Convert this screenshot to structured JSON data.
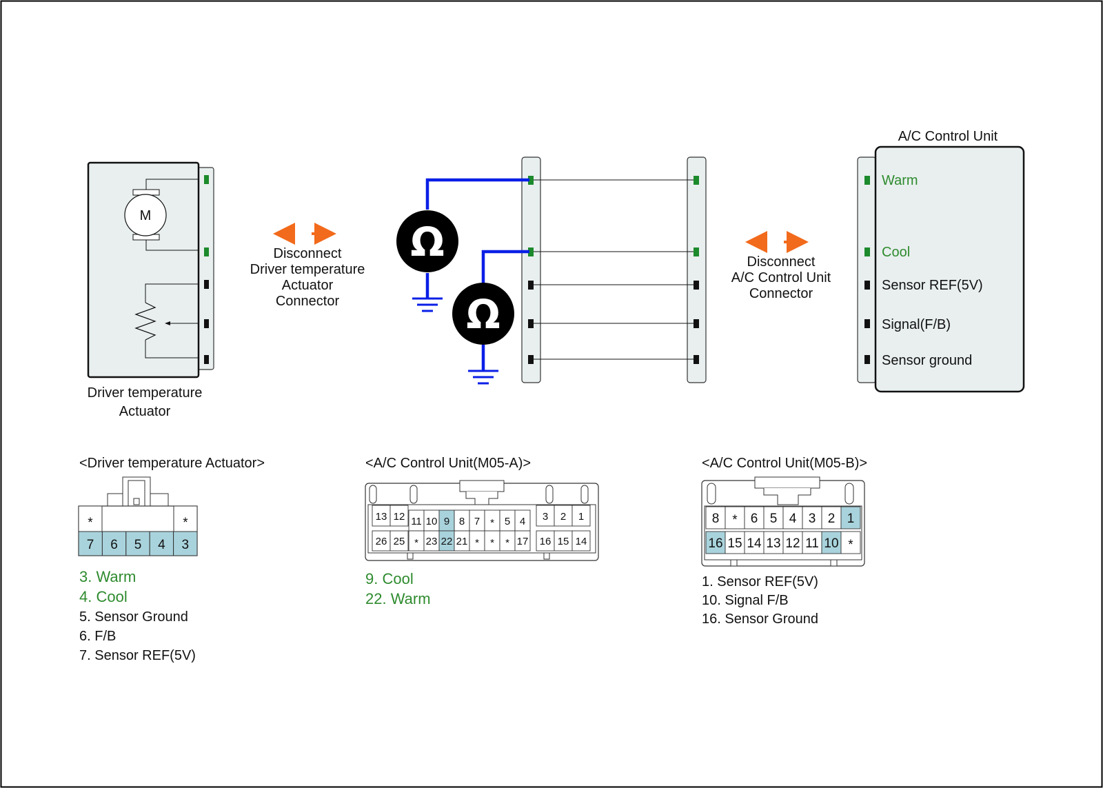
{
  "colors": {
    "wire_probe": "#0a1fe6",
    "arrow": "#f26a1b",
    "pin_green": "#1c8a2c",
    "pin_black": "#111111",
    "connector_fill": "#e9efef",
    "pin_highlight": "#a9d3dc",
    "label_green": "#2e8b2e"
  },
  "icons": {
    "ohmmeter": "ohm-symbol-icon",
    "ground": "ground-symbol-icon",
    "motor": "motor-icon",
    "potentiometer": "potentiometer-icon",
    "disconnect_arrows": "double-arrow-icon"
  },
  "actuator": {
    "caption_line1": "Driver temperature",
    "caption_line2": "Actuator",
    "motor_symbol": "M"
  },
  "disconnect_left": {
    "line1": "Disconnect",
    "line2": "Driver temperature",
    "line3": "Actuator",
    "line4": "Connector"
  },
  "ohmmeter_symbol": "Ω",
  "disconnect_right": {
    "line1": "Disconnect",
    "line2": "A/C Control Unit",
    "line3": "Connector"
  },
  "control_unit": {
    "title": "A/C Control Unit",
    "pins": {
      "warm": "Warm",
      "cool": "Cool",
      "sensor_ref": "Sensor REF(5V)",
      "signal": "Signal(F/B)",
      "sensor_ground": "Sensor ground"
    }
  },
  "connector_actuator": {
    "title": "<Driver temperature Actuator>",
    "top_row": [
      "*",
      "*"
    ],
    "bottom_row": [
      "7",
      "6",
      "5",
      "4",
      "3"
    ],
    "legend": {
      "item1": "3. Warm",
      "item2": "4. Cool",
      "item3": "5. Sensor Ground",
      "item4": "6. F/B",
      "item5": "7. Sensor REF(5V)"
    }
  },
  "connector_m05a": {
    "title": "<A/C Control Unit(M05-A)>",
    "top_row": [
      "13",
      "12",
      "11",
      "10",
      "9",
      "8",
      "7",
      "*",
      "5",
      "4",
      "3",
      "2",
      "1"
    ],
    "bottom_row": [
      "26",
      "25",
      "*",
      "23",
      "22",
      "21",
      "*",
      "*",
      "*",
      "17",
      "16",
      "15",
      "14"
    ],
    "highlighted": [
      "9",
      "22"
    ],
    "legend": {
      "item1": "9. Cool",
      "item2": "22. Warm"
    }
  },
  "connector_m05b": {
    "title": "<A/C Control Unit(M05-B)>",
    "top_row": [
      "8",
      "*",
      "6",
      "5",
      "4",
      "3",
      "2",
      "1"
    ],
    "bottom_row": [
      "16",
      "15",
      "14",
      "13",
      "12",
      "11",
      "10",
      "*"
    ],
    "highlighted": [
      "1",
      "16",
      "10"
    ],
    "legend": {
      "item1": "1. Sensor REF(5V)",
      "item2": "10. Signal F/B",
      "item3": "16. Sensor Ground"
    }
  }
}
